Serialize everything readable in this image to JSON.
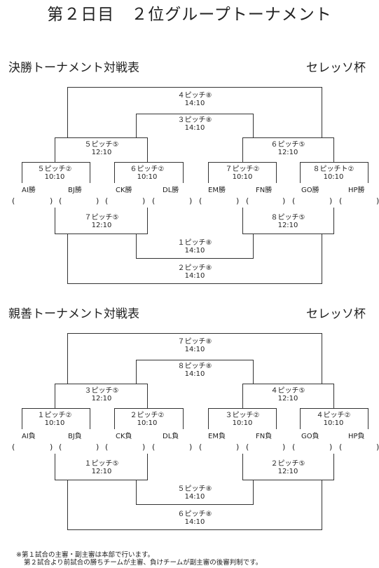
{
  "title": "第２日目　２位グループトーナメント",
  "cup": "セレッソ杯",
  "left_paren": "(",
  "right_paren": ")",
  "notes": [
    "※第１試合の主審・副主審は本部で行います。",
    "第２試合より前試合の勝ちチームが主審、負けチームが副主審の後審判制です。"
  ],
  "brackets": [
    {
      "heading": "決勝トーナメント対戦表",
      "teams": [
        "AI勝",
        "BJ勝",
        "CK勝",
        "DL勝",
        "EM勝",
        "FN勝",
        "GO勝",
        "HP勝"
      ],
      "matches": [
        {
          "pitch": "５ピッチ②",
          "time": "10:10"
        },
        {
          "pitch": "６ピッチ②",
          "time": "10:10"
        },
        {
          "pitch": "７ピッチ②",
          "time": "10:10"
        },
        {
          "pitch": "８ピッチト②",
          "time": "10:10"
        },
        {
          "pitch": "５ピッチ⑤",
          "time": "12:10"
        },
        {
          "pitch": "６ピッチ⑤",
          "time": "12:10"
        },
        {
          "pitch": "７ピッチ⑤",
          "time": "12:10"
        },
        {
          "pitch": "８ピッチ⑤",
          "time": "12:10"
        },
        {
          "pitch": "３ピッチ⑧",
          "time": "14:10"
        },
        {
          "pitch": "４ピッチ⑧",
          "time": "14:10"
        },
        {
          "pitch": "１ピッチ⑧",
          "time": "14:10"
        },
        {
          "pitch": "２ピッチ⑧",
          "time": "14:10"
        }
      ]
    },
    {
      "heading": "親善トーナメント対戦表",
      "teams": [
        "AI負",
        "BJ負",
        "CK負",
        "DL負",
        "EM負",
        "FN負",
        "GO負",
        "HP負"
      ],
      "matches": [
        {
          "pitch": "１ピッチ②",
          "time": "10:10"
        },
        {
          "pitch": "２ピッチ②",
          "time": "10:10"
        },
        {
          "pitch": "３ピッチ②",
          "time": "10:10"
        },
        {
          "pitch": "４ピッチ②",
          "time": "10:10"
        },
        {
          "pitch": "３ピッチ⑤",
          "time": "12:10"
        },
        {
          "pitch": "４ピッチ⑤",
          "time": "12:10"
        },
        {
          "pitch": "１ピッチ⑤",
          "time": "12:10"
        },
        {
          "pitch": "２ピッチ⑤",
          "time": "12:10"
        },
        {
          "pitch": "８ピッチ⑧",
          "time": "14:10"
        },
        {
          "pitch": "７ピッチ⑧",
          "time": "14:10"
        },
        {
          "pitch": "５ピッチ⑧",
          "time": "14:10"
        },
        {
          "pitch": "６ピッチ⑧",
          "time": "14:10"
        }
      ]
    }
  ]
}
